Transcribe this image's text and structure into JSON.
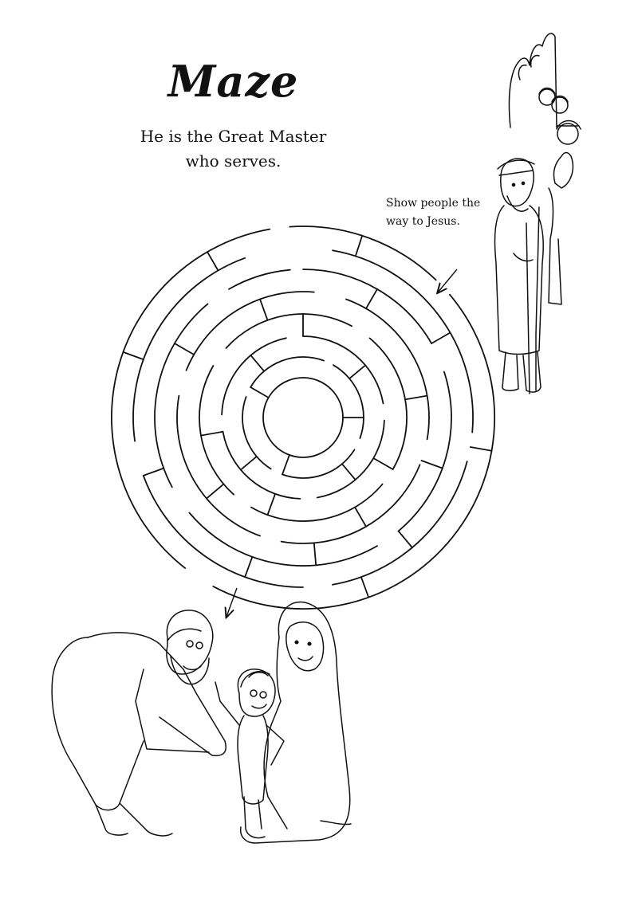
{
  "page": {
    "title": "Maze",
    "subtitle_lines": [
      "He is the Great Master",
      "who serves."
    ],
    "instruction_lines": [
      "Show people the",
      "way to Jesus."
    ]
  },
  "icons": {
    "start_arrow": "arrow-down-left-icon",
    "end_arrow": "arrow-down-left-icon"
  },
  "colors": {
    "ink": "#111111",
    "paper": "#ffffff"
  }
}
